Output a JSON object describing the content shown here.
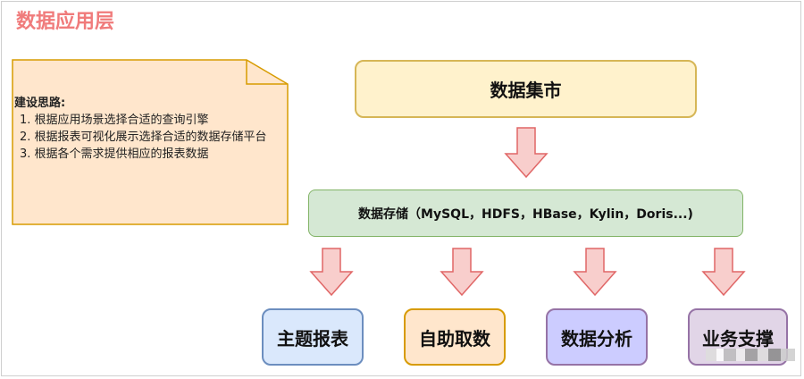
{
  "title": "数据应用层",
  "note": {
    "heading": "建设思路:",
    "lines": [
      "1. 根据应用场景选择合适的查询引擎",
      "2. 根据报表可视化展示选择合适的数据存储平台",
      "3. 根据各个需求提供相应的报表数据"
    ]
  },
  "data_mart": "数据集市",
  "storage": "数据存储（MySQL，HDFS，HBase，Kylin，Doris...)",
  "apps": [
    "主题报表",
    "自助取数",
    "数据分析",
    "业务支撑"
  ],
  "colors": {
    "title": "#f07b7b",
    "note_fill": "#ffe6cc",
    "note_stroke": "#d79b00",
    "arrow_fill": "#f8cecc",
    "arrow_stroke": "#e06666"
  }
}
